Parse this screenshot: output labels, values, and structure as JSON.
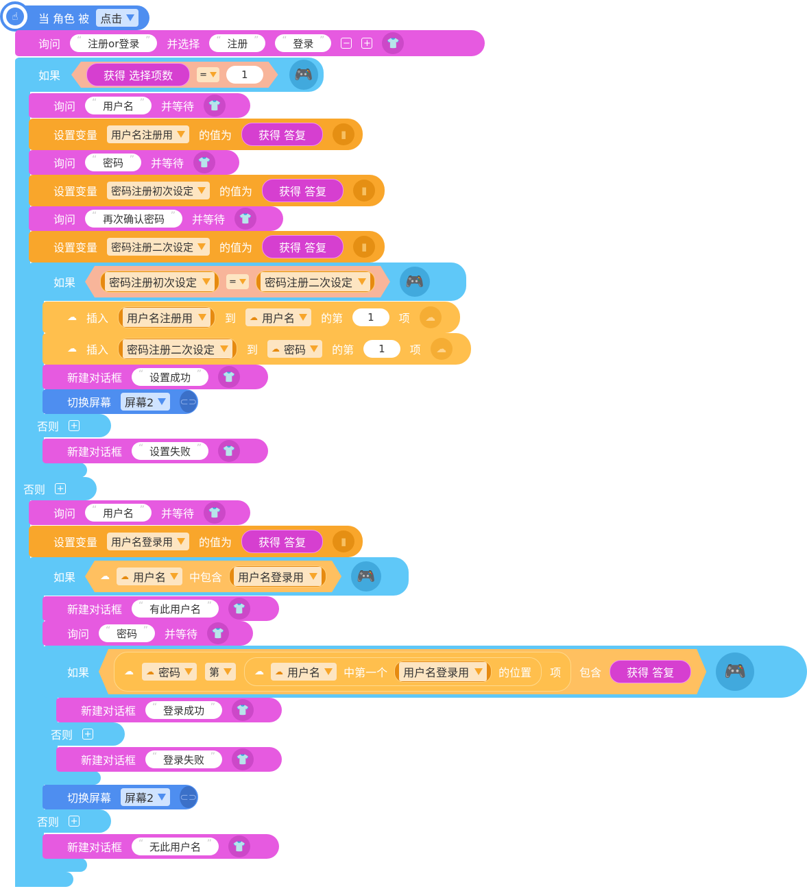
{
  "hat": {
    "label": "当 角色 被",
    "event": "点击"
  },
  "ask1": {
    "label": "询问",
    "text": "注册or登录",
    "sep": "并选择",
    "opt1": "注册",
    "opt2": "登录",
    "minus": "−",
    "plus": "+"
  },
  "if1": {
    "label": "如果",
    "rep": "获得 选择项数",
    "op": "=",
    "val": "1"
  },
  "ask": {
    "label": "询问",
    "wait": "并等待",
    "username": "用户名",
    "password": "密码",
    "confirm": "再次确认密码"
  },
  "setvar": {
    "label": "设置变量",
    "value_of": "的值为",
    "answer": "获得 答复",
    "v1": "用户名注册用",
    "v2": "密码注册初次设定",
    "v3": "密码注册二次设定",
    "v4": "用户名登录用"
  },
  "if2": {
    "label": "如果",
    "left": "密码注册初次设定",
    "op": "=",
    "right": "密码注册二次设定"
  },
  "insert": {
    "label": "插入",
    "to": "到",
    "nth": "的第",
    "item": "项",
    "v1": "用户名注册用",
    "l1": "用户名",
    "n1": "1",
    "v2": "密码注册二次设定",
    "l2": "密码",
    "n2": "1"
  },
  "dialog": {
    "label": "新建对话框",
    "ok": "设置成功",
    "fail": "设置失败",
    "has": "有此用户名",
    "login_ok": "登录成功",
    "login_fail": "登录失败",
    "nouser": "无此用户名"
  },
  "switch": {
    "label": "切换屏幕",
    "screen": "屏幕2"
  },
  "else": {
    "label": "否则",
    "plus": "+"
  },
  "if3": {
    "label": "如果",
    "list": "用户名",
    "contains": "中包含",
    "var": "用户名登录用"
  },
  "if4": {
    "label": "如果",
    "list": "密码",
    "di": "第",
    "list2": "用户名",
    "first": "中第一个",
    "var": "用户名登录用",
    "pos": "的位置",
    "item": "项",
    "contains": "包含",
    "answer": "获得 答复"
  }
}
